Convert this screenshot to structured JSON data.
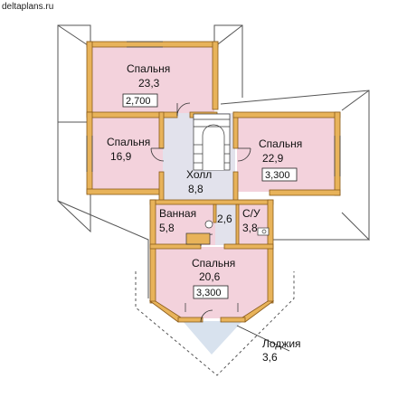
{
  "site": "deltaplans.ru",
  "rooms": [
    {
      "id": "bedroom-top",
      "name": "Спальня",
      "area": "23,3",
      "height": "2,700"
    },
    {
      "id": "bedroom-left",
      "name": "Спальня",
      "area": "16,9"
    },
    {
      "id": "hall",
      "name": "Холл",
      "area": "8,8"
    },
    {
      "id": "bedroom-right",
      "name": "Спальня",
      "area": "22,9",
      "height": "3,300"
    },
    {
      "id": "bathroom",
      "name": "Ванная",
      "area": "5,8"
    },
    {
      "id": "corridor",
      "area": "2,6"
    },
    {
      "id": "wc",
      "name": "С/У",
      "area": "3,8"
    },
    {
      "id": "bedroom-bottom",
      "name": "Спальня",
      "area": "20,6",
      "height": "3,300"
    },
    {
      "id": "loggia",
      "name": "Лоджия",
      "area": "3,6"
    }
  ],
  "colors": {
    "room_fill": "#f3d2dc",
    "hall_fill": "#e2e2ec",
    "wall": "#e8b35a",
    "wall_edge": "#8a5a1a",
    "roof_line": "#555555"
  }
}
